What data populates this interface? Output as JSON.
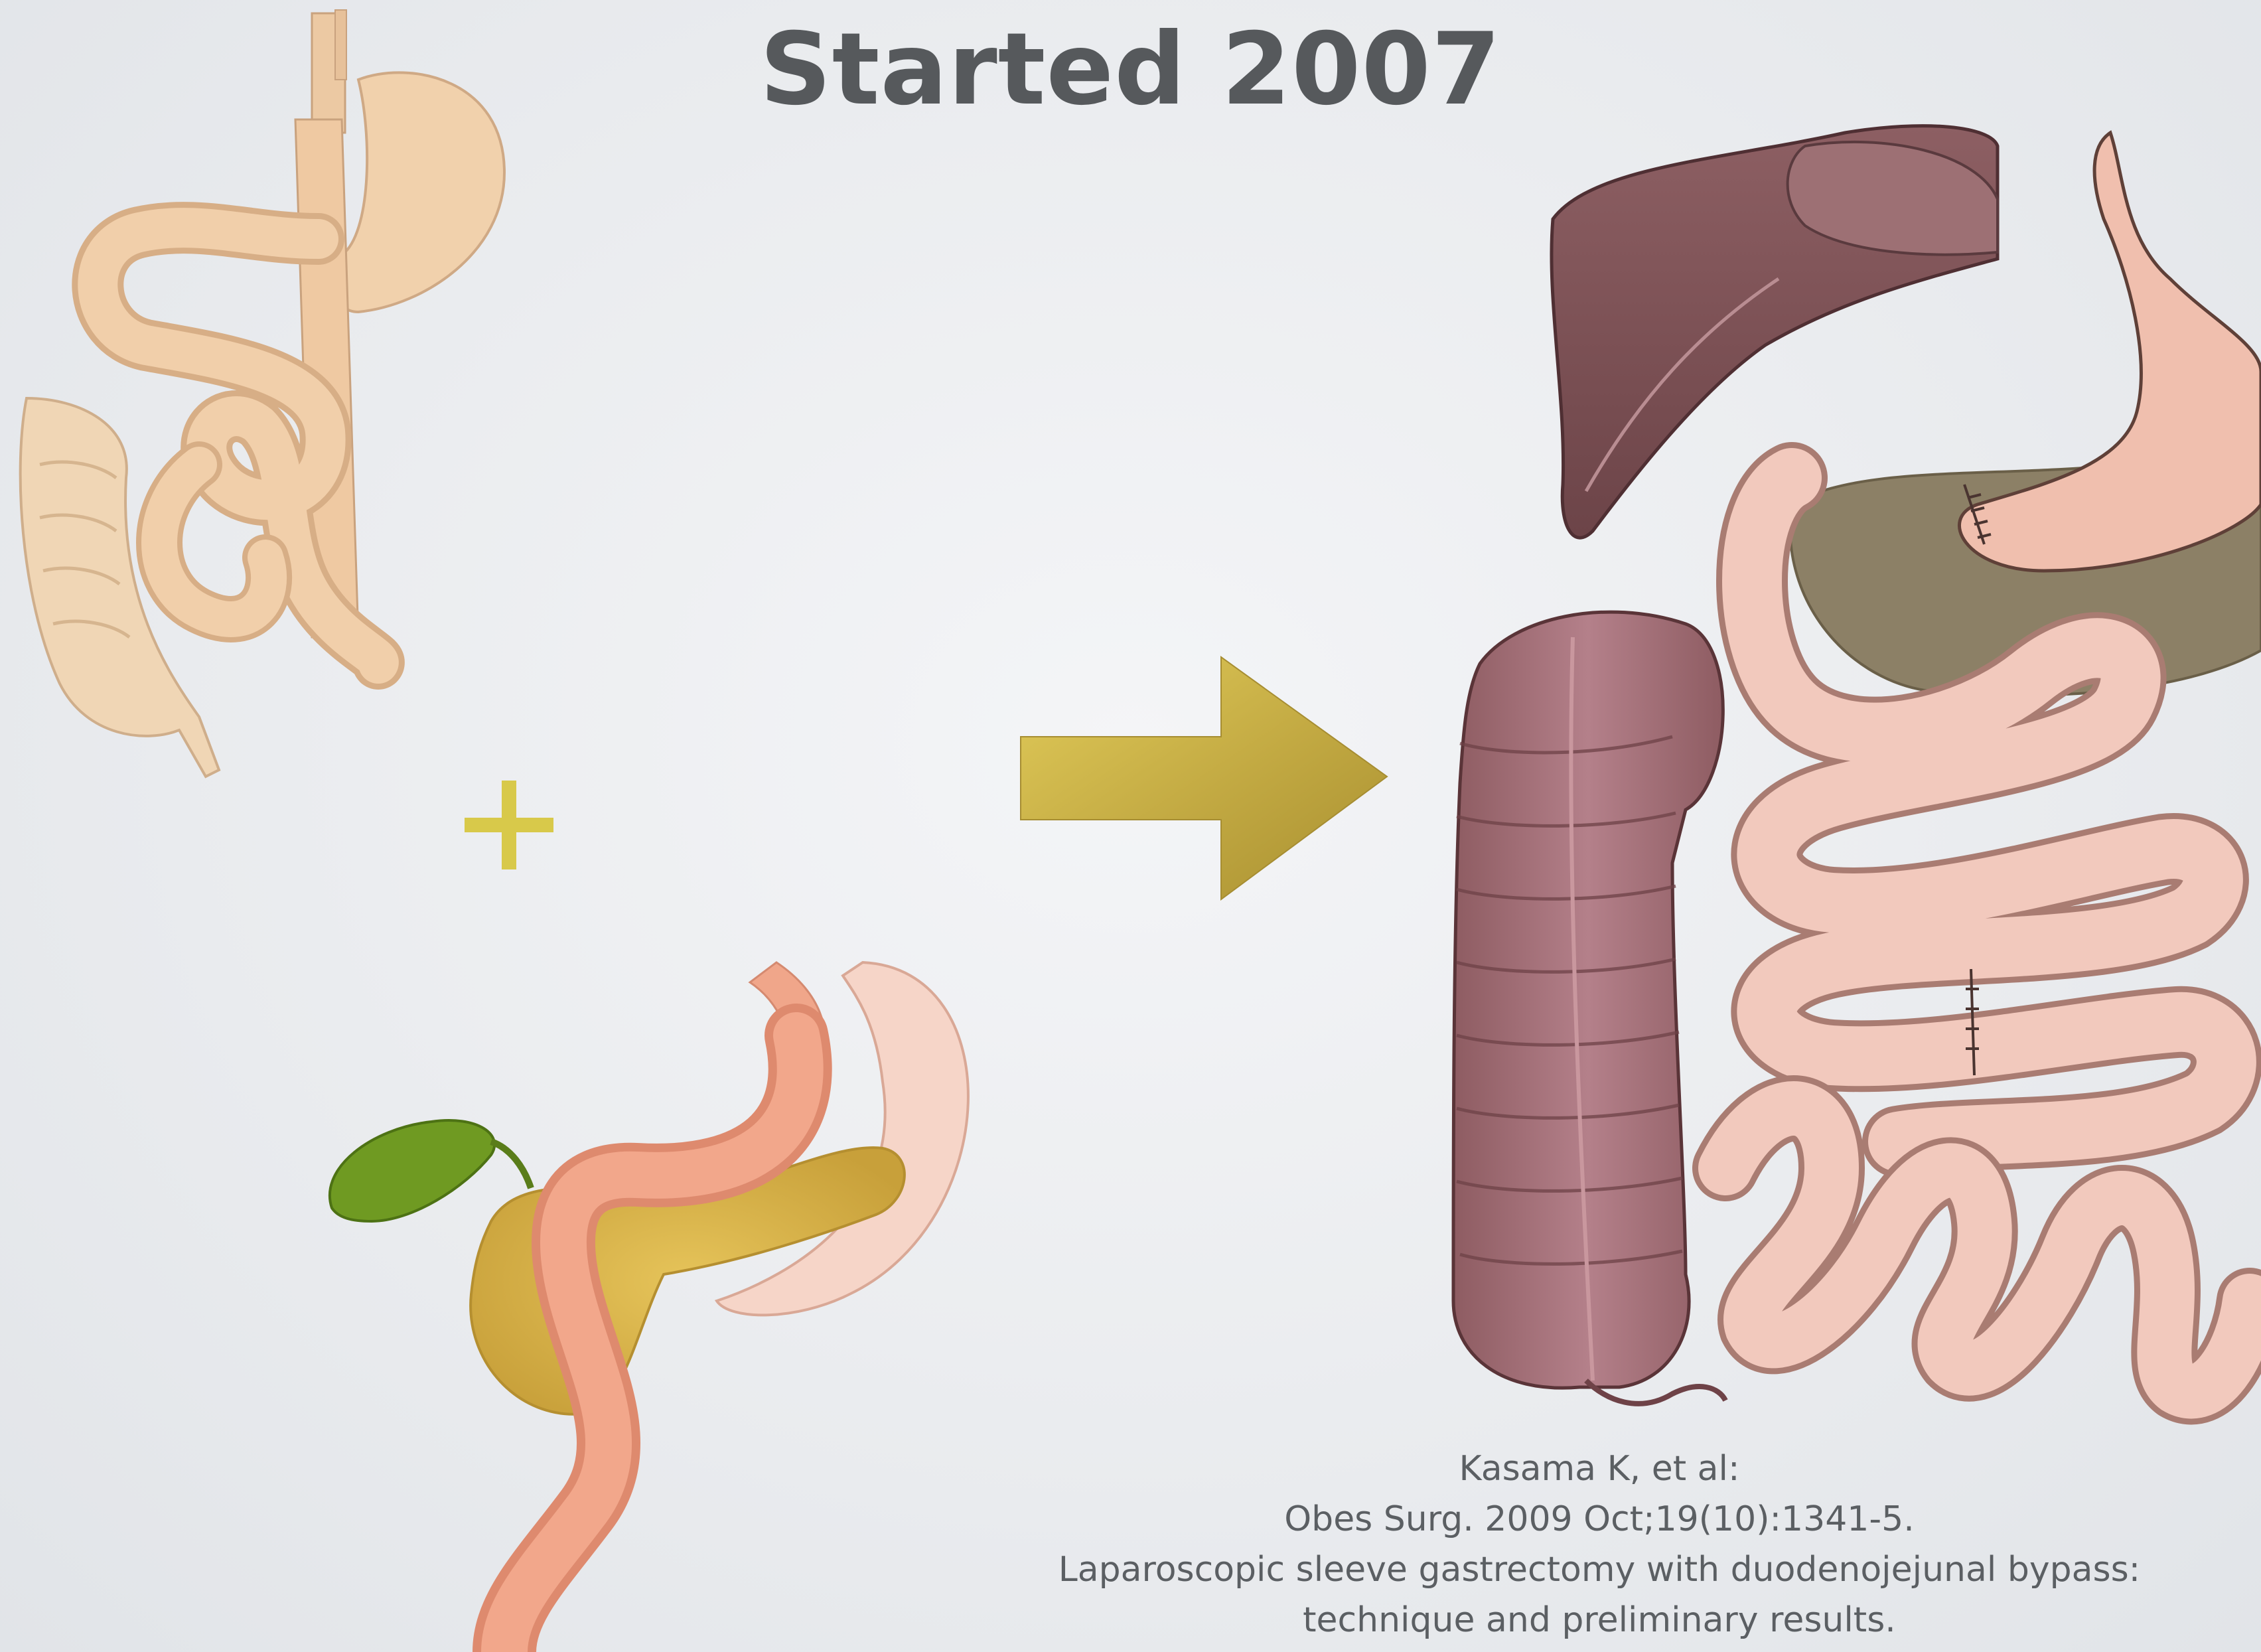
{
  "title": "Started 2007",
  "symbols": {
    "plus": "plus-icon",
    "arrow": "arrow-right-icon"
  },
  "colors": {
    "title": "#56595c",
    "plus": "#d8c94a",
    "arrow": "#c9b24a",
    "citation": "#5b5f63"
  },
  "citation": {
    "line1": "Kasama K, et al:",
    "line2": "Obes Surg. 2009 Oct;19(10):1341-5.",
    "line3": "Laparoscopic sleeve gastrectomy with duodenojejunal bypass:",
    "line4": "technique and preliminary results."
  }
}
